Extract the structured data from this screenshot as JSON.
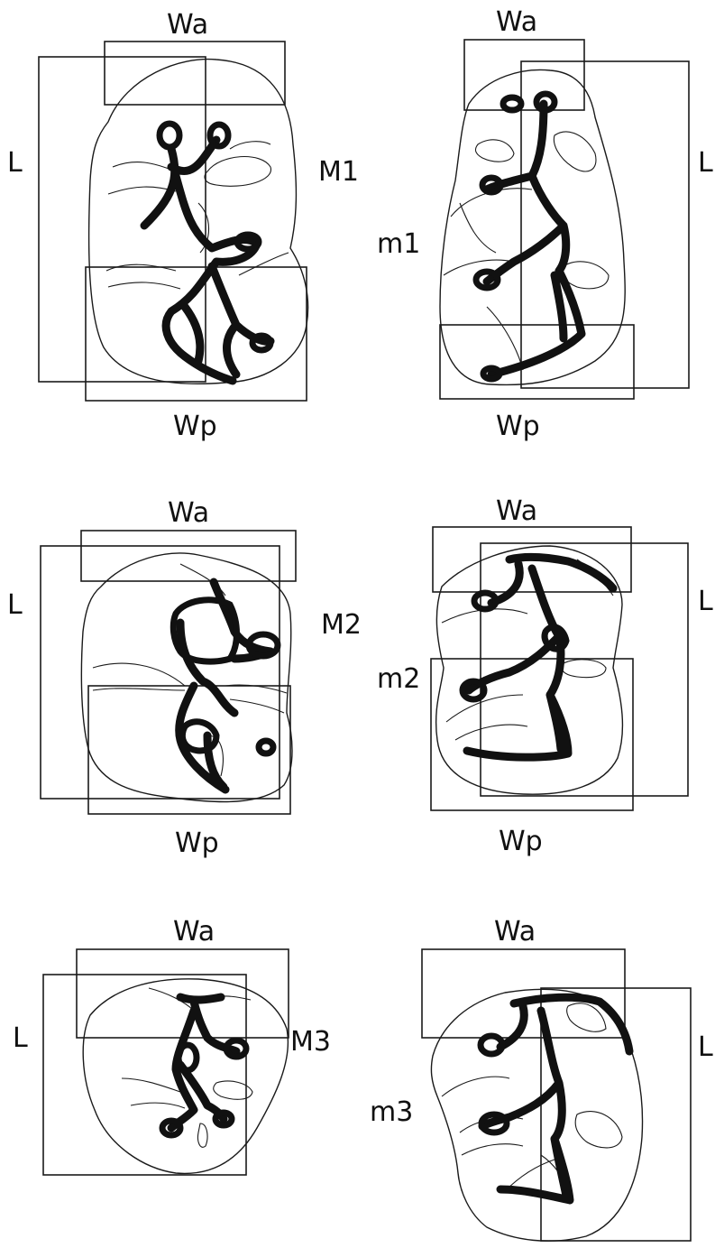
{
  "figure": {
    "panels": [
      {
        "id": "M1",
        "name": "M1",
        "wa": "Wa",
        "wp": "Wp",
        "l": "L"
      },
      {
        "id": "m1",
        "name": "m1",
        "wa": "Wa",
        "wp": "Wp",
        "l": "L"
      },
      {
        "id": "M2",
        "name": "M2",
        "wa": "Wa",
        "wp": "Wp",
        "l": "L"
      },
      {
        "id": "m2",
        "name": "m2",
        "wa": "Wa",
        "wp": "Wp",
        "l": "L"
      },
      {
        "id": "M3",
        "name": "M3",
        "wa": "Wa",
        "l": "L"
      },
      {
        "id": "m3",
        "name": "m3",
        "wa": "Wa",
        "l": "L"
      }
    ]
  },
  "colors": {
    "ink": "#111111",
    "background": "#ffffff"
  }
}
